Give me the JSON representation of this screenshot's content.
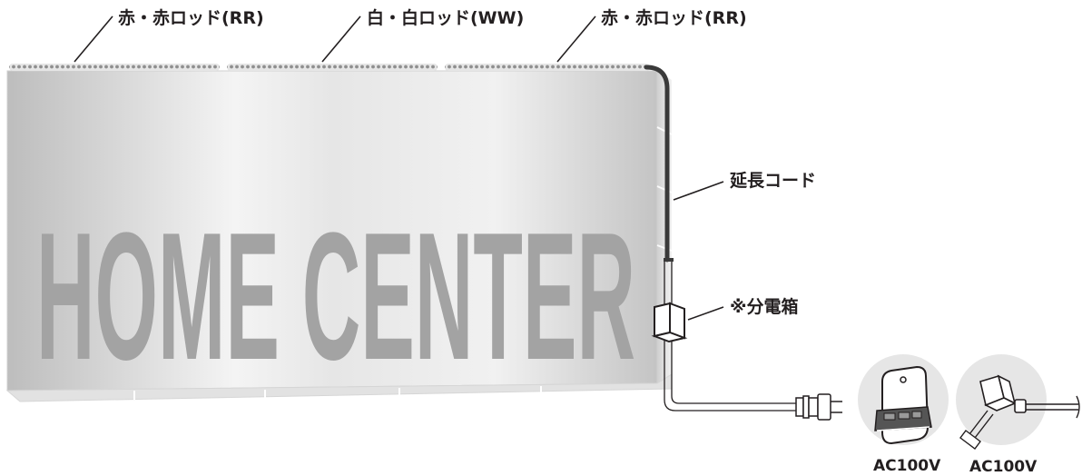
{
  "labels": {
    "rod_left": "赤・赤ロッド(RR)",
    "rod_center": "白・白ロッド(WW)",
    "rod_right": "赤・赤ロッド(RR)",
    "extension_cord": "延長コード",
    "distribution_box": "※分電箱",
    "outlet_left": "AC100V",
    "outlet_right": "AC100V"
  },
  "sign": {
    "text": "HOME CENTER"
  },
  "colors": {
    "panel_light": "#f4f4f4",
    "panel_dark": "#bdbdbd",
    "sign_letters": "#a3a3a3",
    "cord": "#3a3a3a",
    "rod_beads": "#9a9a9a",
    "line_art": "#231f20"
  },
  "icons": [
    "rod-lamp-icon",
    "extension-cord-icon",
    "distribution-box-icon",
    "plug-icon",
    "wall-outlet-icon",
    "outlet-adapter-icon"
  ]
}
